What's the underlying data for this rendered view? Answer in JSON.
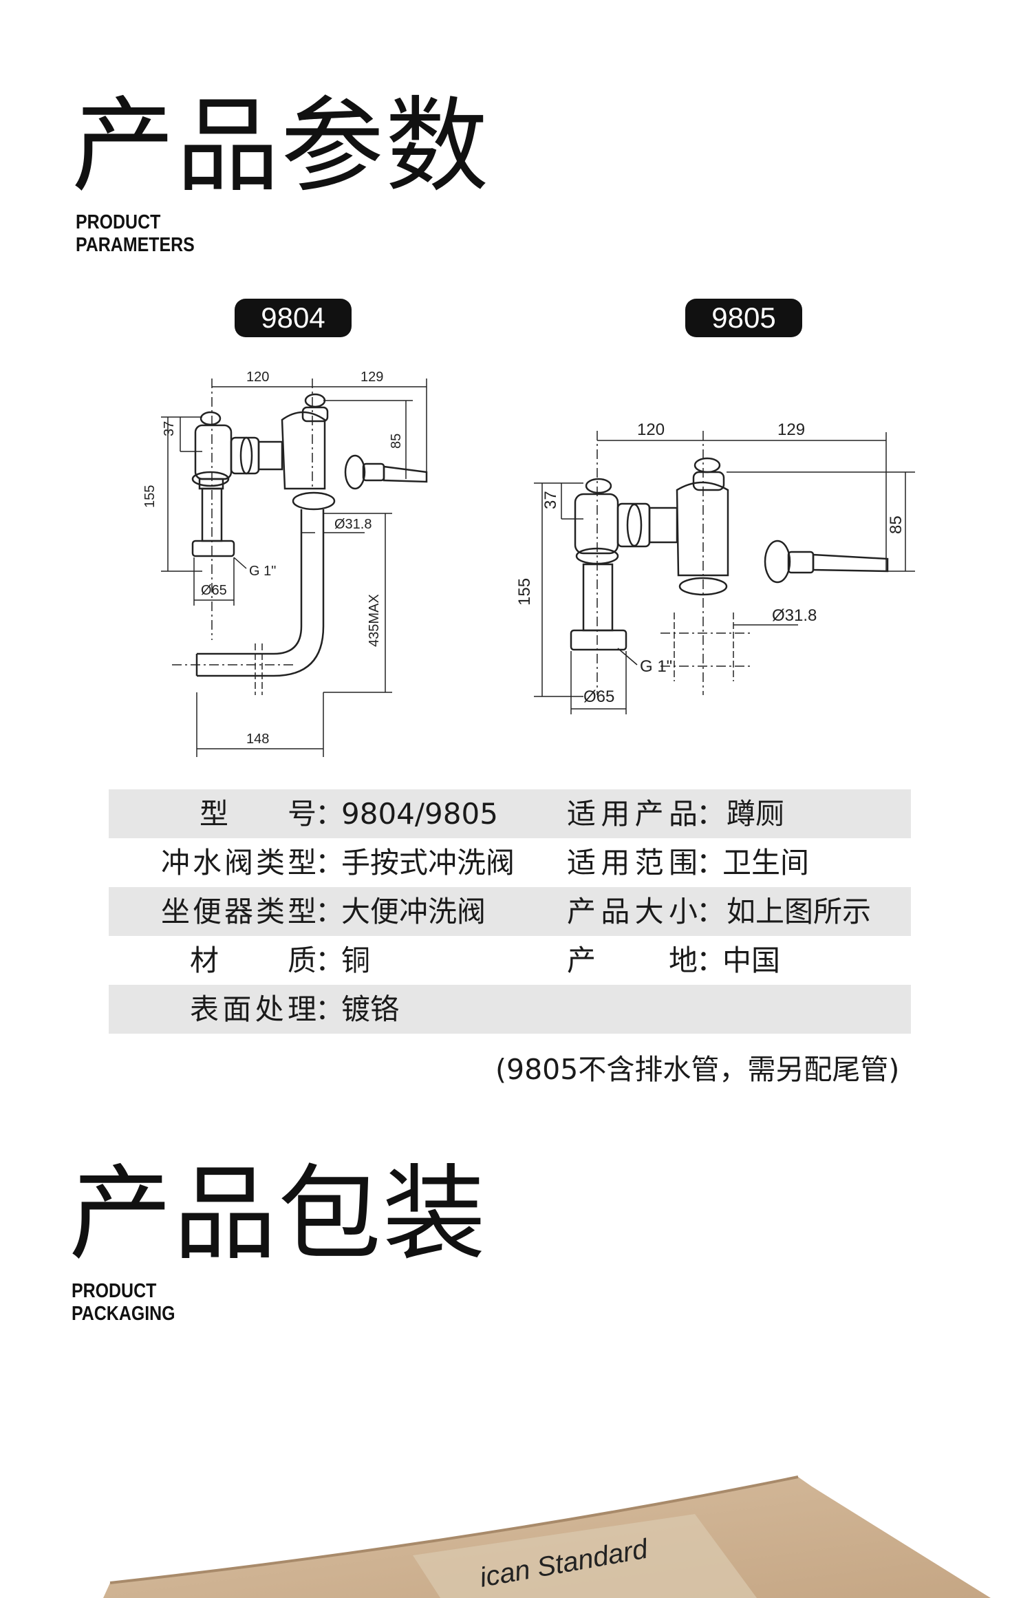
{
  "params_section": {
    "title": "产品参数",
    "subtitle_line1": "PRODUCT",
    "subtitle_line2": "PARAMETERS"
  },
  "models": {
    "left": "9804",
    "right": "9805"
  },
  "drawing_9804": {
    "dim_120": "120",
    "dim_129": "129",
    "dim_37": "37",
    "dim_85": "85",
    "dim_155": "155",
    "dim_g1": "G 1\"",
    "dim_d65": "Ø65",
    "dim_d318": "Ø31.8",
    "dim_435": "435MAX",
    "dim_148": "148"
  },
  "drawing_9805": {
    "dim_120": "120",
    "dim_129": "129",
    "dim_37": "37",
    "dim_85": "85",
    "dim_155": "155",
    "dim_g1": "G 1\"",
    "dim_d65": "Ø65",
    "dim_d318": "Ø31.8"
  },
  "specs": [
    {
      "label_l": "型号",
      "value_l": "9804/9805",
      "label_r": "适用产品",
      "value_r": "蹲厕"
    },
    {
      "label_l": "冲水阀类型",
      "value_l": "手按式冲洗阀",
      "label_r": "适用范围",
      "value_r": "卫生间"
    },
    {
      "label_l": "坐便器类型",
      "value_l": "大便冲洗阀",
      "label_r": "产品大小",
      "value_r": "如上图所示"
    },
    {
      "label_l": "材质",
      "value_l": "铜",
      "label_r": "产地",
      "value_r": "中国"
    },
    {
      "label_l": "表面处理",
      "value_l": "镀铬",
      "label_r": "",
      "value_r": ""
    }
  ],
  "spec_colon": "：",
  "note": "(9805不含排水管，需另配尾管)",
  "packaging_section": {
    "title": "产品包装",
    "subtitle_line1": "PRODUCT",
    "subtitle_line2": "PACKAGING"
  },
  "box_brand_text": "ican Standard",
  "colors": {
    "pill_bg": "#111111",
    "row_shade": "#e6e6e6",
    "box_cardboard": "#c9ab8a"
  }
}
